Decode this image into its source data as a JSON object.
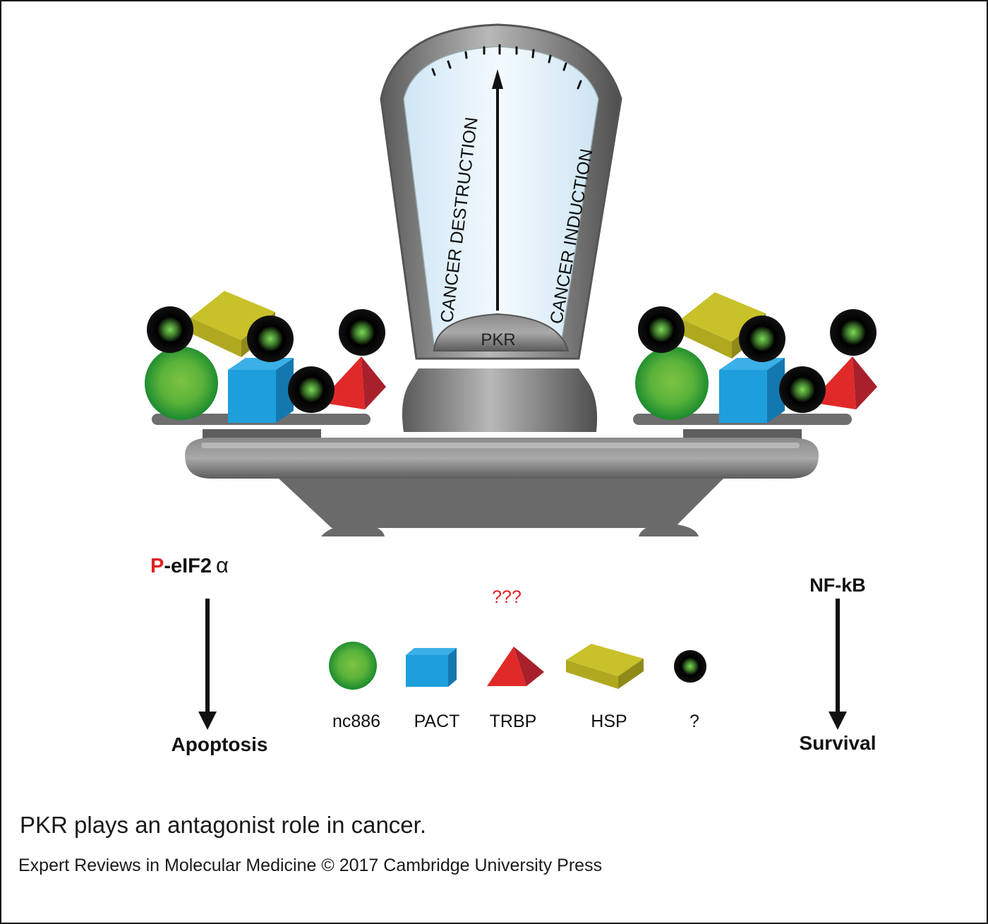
{
  "gauge": {
    "left_label": "CANCER DESTRUCTION",
    "right_label": "CANCER INDUCTION",
    "center_label": "PKR"
  },
  "left_path": {
    "prefix": "P",
    "rest": "-eIF2",
    "alpha": "α",
    "outcome": "Apoptosis"
  },
  "right_path": {
    "label": "NF-kB",
    "outcome": "Survival"
  },
  "unknown_marker": "???",
  "legend": {
    "items": [
      {
        "shape": "sphere",
        "label": "nc886"
      },
      {
        "shape": "cube",
        "label": "PACT"
      },
      {
        "shape": "pyramid",
        "label": "TRBP"
      },
      {
        "shape": "slab",
        "label": "HSP"
      },
      {
        "shape": "black-ball",
        "label": "?"
      }
    ]
  },
  "caption": "PKR plays an antagonist role in cancer.",
  "credit": "Expert Reviews in Molecular Medicine © 2017 Cambridge University Press",
  "colors": {
    "accent_red": "#e02020",
    "sphere_green": "#39a935",
    "cube_blue": "#1e9fdc",
    "pyramid_red": "#e02a2a",
    "slab_yellow": "#c7bf26",
    "scale_gray": "#6e6e6e"
  }
}
